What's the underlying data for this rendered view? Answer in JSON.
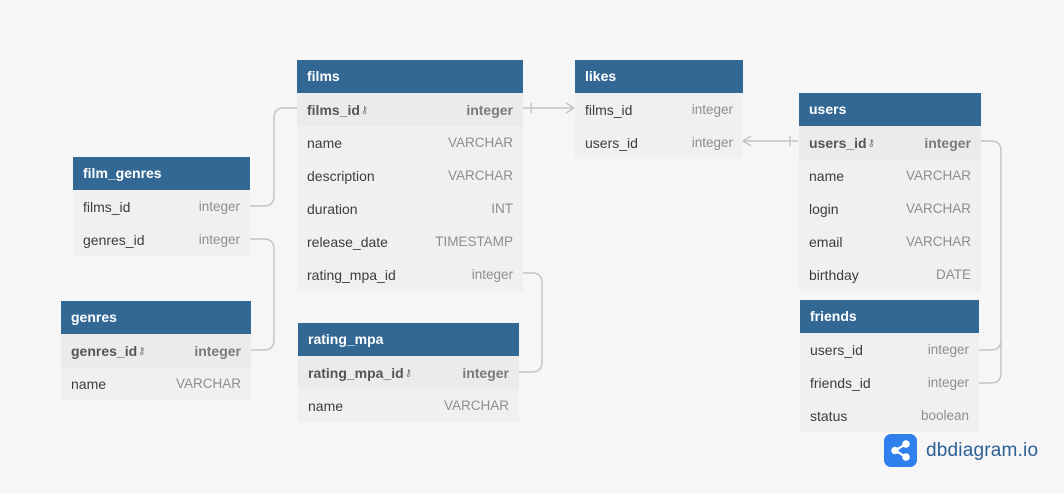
{
  "tables": {
    "films": {
      "name": "films",
      "fields": [
        {
          "name": "films_id",
          "type": "integer",
          "pk": true
        },
        {
          "name": "name",
          "type": "VARCHAR"
        },
        {
          "name": "description",
          "type": "VARCHAR"
        },
        {
          "name": "duration",
          "type": "INT"
        },
        {
          "name": "release_date",
          "type": "TIMESTAMP"
        },
        {
          "name": "rating_mpa_id",
          "type": "integer"
        }
      ]
    },
    "likes": {
      "name": "likes",
      "fields": [
        {
          "name": "films_id",
          "type": "integer"
        },
        {
          "name": "users_id",
          "type": "integer"
        }
      ]
    },
    "users": {
      "name": "users",
      "fields": [
        {
          "name": "users_id",
          "type": "integer",
          "pk": true
        },
        {
          "name": "name",
          "type": "VARCHAR"
        },
        {
          "name": "login",
          "type": "VARCHAR"
        },
        {
          "name": "email",
          "type": "VARCHAR"
        },
        {
          "name": "birthday",
          "type": "DATE"
        }
      ]
    },
    "film_genres": {
      "name": "film_genres",
      "fields": [
        {
          "name": "films_id",
          "type": "integer"
        },
        {
          "name": "genres_id",
          "type": "integer"
        }
      ]
    },
    "genres": {
      "name": "genres",
      "fields": [
        {
          "name": "genres_id",
          "type": "integer",
          "pk": true
        },
        {
          "name": "name",
          "type": "VARCHAR"
        }
      ]
    },
    "rating_mpa": {
      "name": "rating_mpa",
      "fields": [
        {
          "name": "rating_mpa_id",
          "type": "integer",
          "pk": true
        },
        {
          "name": "name",
          "type": "VARCHAR"
        }
      ]
    },
    "friends": {
      "name": "friends",
      "fields": [
        {
          "name": "users_id",
          "type": "integer"
        },
        {
          "name": "friends_id",
          "type": "integer"
        },
        {
          "name": "status",
          "type": "boolean"
        }
      ]
    }
  },
  "brand": {
    "logo_icon": "share-icon",
    "text": "dbdiagram.io",
    "accent_color": "#2f80ed",
    "header_color": "#336895"
  }
}
